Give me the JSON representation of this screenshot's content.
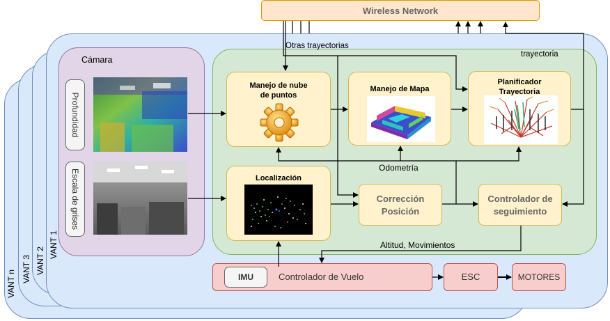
{
  "network": {
    "title": "Wireless Network"
  },
  "vants": {
    "n": "VANT n",
    "three": "VANT 3",
    "two": "VANT 2",
    "one": "VANT 1"
  },
  "camera": {
    "title": "Cámara",
    "depth_label": "Profundidad",
    "gray_label": "Escala de grises"
  },
  "nodes": {
    "point_cloud": "Manejo de nube de puntos",
    "map": "Manejo de Mapa",
    "planner": "Planificador Trayectoria",
    "localization": "Localización",
    "correction": "Corrección Posición",
    "controller": "Controlador de seguimiento",
    "flight_controller": "Controlador de Vuelo",
    "imu": "IMU",
    "esc": "ESC",
    "motors": "MOTORES"
  },
  "edges": {
    "other_paths": "Otras trayectorias",
    "path": "trayectoria",
    "odometry": "Odometría",
    "altitude": "Altitud, Movimientos"
  },
  "icons": {
    "gear": "gear-icon",
    "map_render": "3d-map-icon",
    "planner_render": "trajectory-tree-icon",
    "localization_render": "point-cloud-icon"
  }
}
